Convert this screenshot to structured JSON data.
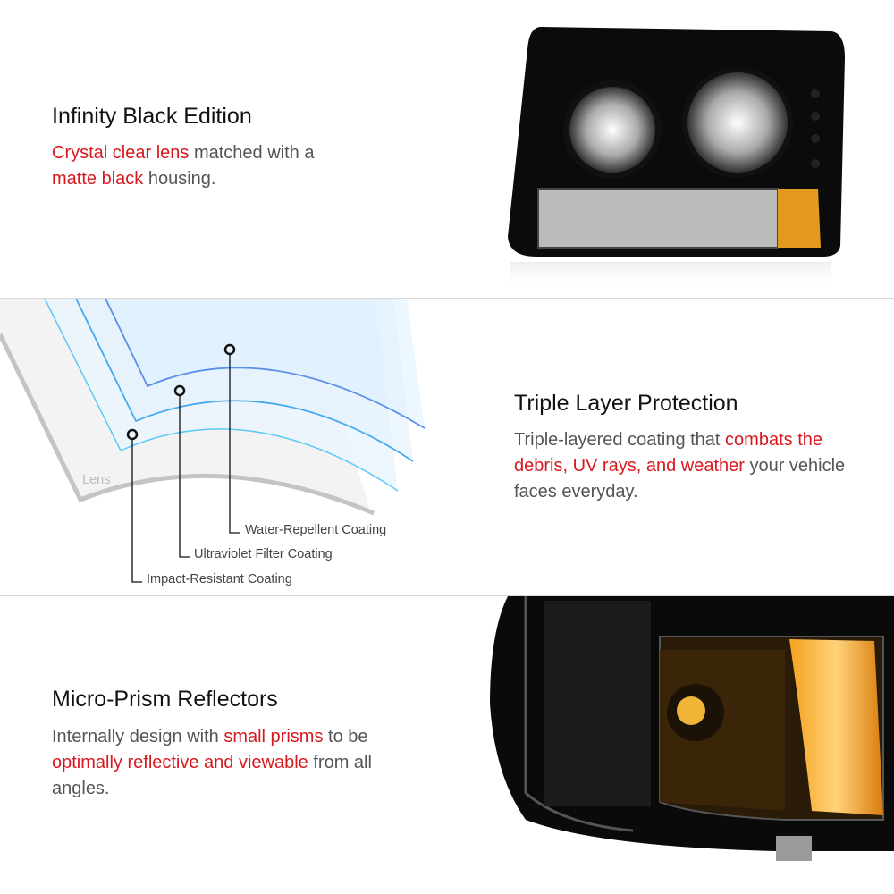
{
  "sections": [
    {
      "title": "Infinity Black Edition",
      "body": [
        {
          "t": "Crystal clear lens",
          "red": true
        },
        {
          "t": " matched with a "
        },
        {
          "t": "matte black",
          "red": true
        },
        {
          "t": " housing."
        }
      ]
    },
    {
      "title": "Triple Layer Protection",
      "body": [
        {
          "t": "Triple-layered coating that "
        },
        {
          "t": "combats the debris, UV rays, and weather",
          "red": true
        },
        {
          "t": " your vehicle faces everyday."
        }
      ]
    },
    {
      "title": "Micro-Prism Reflectors",
      "body": [
        {
          "t": "Internally design with "
        },
        {
          "t": "small prisms",
          "red": true
        },
        {
          "t": " to be "
        },
        {
          "t": "optimally reflective and viewable",
          "red": true
        },
        {
          "t": " from all angles."
        }
      ]
    }
  ],
  "diagram": {
    "lens_label": "Lens",
    "layers": [
      "Water-Repellent Coating",
      "Ultraviolet Filter Coating",
      "Impact-Resistant Coating"
    ]
  },
  "colors": {
    "accent": "#d7191f",
    "text": "#555555"
  }
}
